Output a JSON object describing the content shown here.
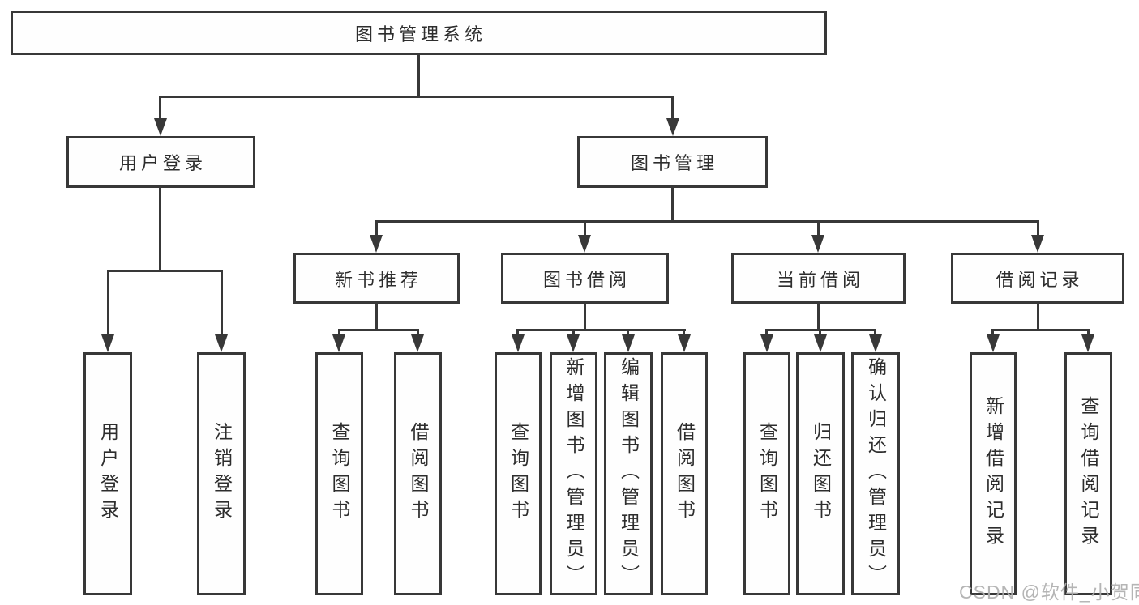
{
  "diagram": {
    "title": "图书管理系统",
    "level2": {
      "user_login": "用户登录",
      "book_mgmt": "图书管理"
    },
    "level3": {
      "new_books": "新书推荐",
      "book_borrow": "图书借阅",
      "current_borrow": "当前借阅",
      "borrow_records": "借阅记录"
    },
    "leaves": {
      "user_login": [
        "用户登录",
        "注销登录"
      ],
      "new_books": [
        "查询图书",
        "借阅图书"
      ],
      "book_borrow": [
        "查询图书",
        "新增图书（管理员）",
        "编辑图书（管理员）",
        "借阅图书"
      ],
      "current_borrow": [
        "查询图书",
        "归还图书",
        "确认归还（管理员）"
      ],
      "borrow_records": [
        "新增借阅记录",
        "查询借阅记录"
      ]
    }
  },
  "watermark": {
    "text": "CSDN @软件_小贺同学"
  },
  "colors": {
    "line": "#383838",
    "text": "#2d2d2d",
    "watermark": "#afafaf"
  }
}
